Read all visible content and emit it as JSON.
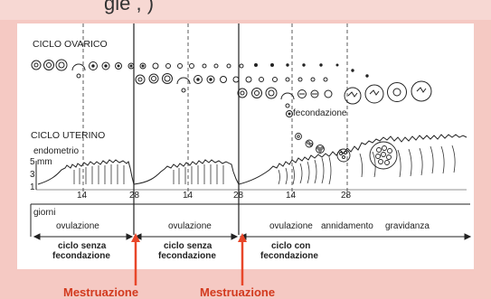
{
  "header": {
    "partial_text": "gie  , )"
  },
  "diagram": {
    "ovarian_label": "CICLO OVARICO",
    "uterine_label": "CICLO UTERINO",
    "fertilization_label": "fecondazione",
    "endometrium_label": "endometrio",
    "mm_label": "mm",
    "scale": [
      "5",
      "3",
      "1"
    ],
    "days_label": "giorni",
    "ticks": [
      "14",
      "28",
      "14",
      "28",
      "14",
      "28"
    ],
    "phases": [
      "ovulazione",
      "ovulazione",
      "ovulazione",
      "annidamento",
      "gravidanza"
    ],
    "cycles": [
      {
        "line1": "ciclo senza",
        "line2": "fecondazione"
      },
      {
        "line1": "ciclo senza",
        "line2": "fecondazione"
      },
      {
        "line1": "ciclo con",
        "line2": "fecondazione"
      }
    ],
    "menstruation": [
      "Mestruazione",
      "Mestruazione"
    ]
  },
  "colors": {
    "background": "#f5c9c3",
    "panel": "#ffffff",
    "arrow": "#e8472a",
    "menstruation_text": "#d23a1e"
  }
}
